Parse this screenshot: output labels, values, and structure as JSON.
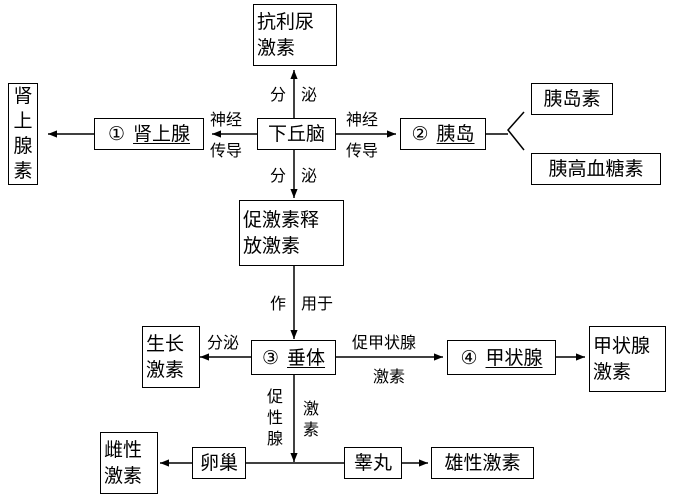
{
  "nodes": {
    "adh": [
      "抗利尿",
      "激素"
    ],
    "hypothalamus": "下丘脑",
    "adrenal_gland": {
      "num": "①",
      "name": "肾上腺"
    },
    "adrenaline": [
      "肾",
      "上",
      "腺",
      "素"
    ],
    "pancreatic_islet": {
      "num": "②",
      "name": "胰岛"
    },
    "insulin": "胰岛素",
    "glucagon": "胰高血糖素",
    "releasing_hormone": [
      "促激素释",
      "放激素"
    ],
    "pituitary": {
      "num": "③",
      "name": "垂体"
    },
    "growth_hormone": [
      "生长",
      "激素"
    ],
    "thyroid": {
      "num": "④",
      "name": "甲状腺"
    },
    "thyroxine": [
      "甲状腺",
      "激素"
    ],
    "ovary": "卵巢",
    "testis": "睾丸",
    "estrogen": [
      "雌性",
      "激素"
    ],
    "androgen": "雄性激素"
  },
  "labels": {
    "secrete_up": [
      "分",
      "泌"
    ],
    "nerve_left": [
      "神经",
      "传导"
    ],
    "nerve_right": [
      "神经",
      "传导"
    ],
    "secrete_down": [
      "分",
      "泌"
    ],
    "acts_on": [
      "作",
      "用于"
    ],
    "secrete_gh": "分泌",
    "tsh": [
      "促甲状腺",
      "激素"
    ],
    "gonadotropin_left": [
      "促",
      "性",
      "腺"
    ],
    "gonadotropin_right": [
      "激",
      "素"
    ]
  }
}
